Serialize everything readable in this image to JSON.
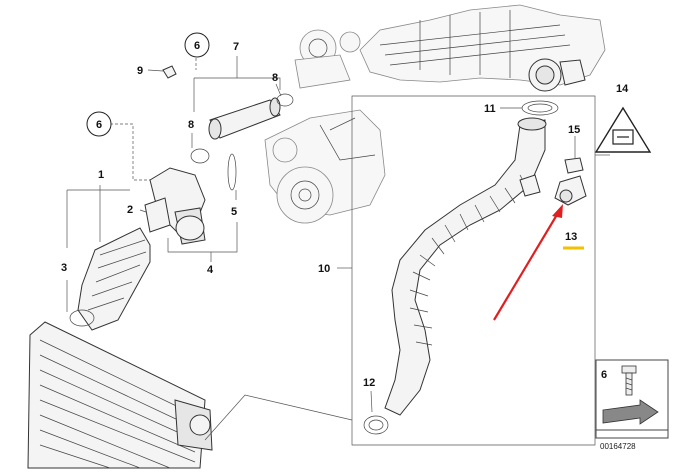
{
  "diagram": {
    "callouts": {
      "c1": "1",
      "c2": "2",
      "c3": "3",
      "c4": "4",
      "c5": "5",
      "c6a": "6",
      "c6b": "6",
      "c6c": "6",
      "c7": "7",
      "c8a": "8",
      "c8b": "8",
      "c9": "9",
      "c10": "10",
      "c11": "11",
      "c12": "12",
      "c13": "13",
      "c14": "14",
      "c15": "15"
    },
    "diagram_id": "00164728",
    "highlight_color": "#f2c200",
    "arrow_color": "#e02020"
  }
}
